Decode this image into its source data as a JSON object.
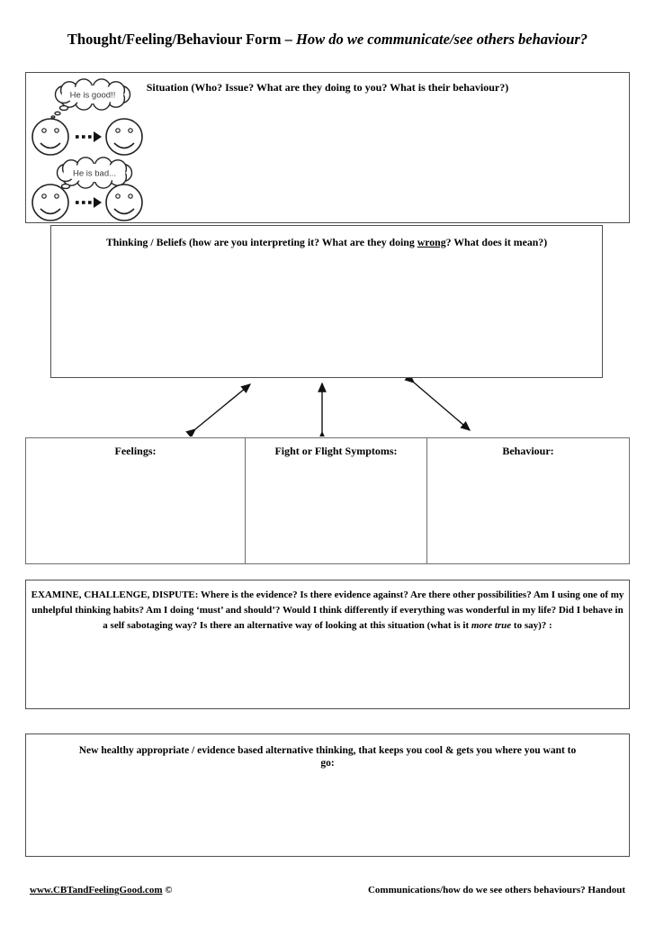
{
  "page": {
    "title_main": "Thought/Feeling/Behaviour Form – ",
    "title_italic": "How do we communicate/see others behaviour?"
  },
  "situation": {
    "label": "Situation (Who? Issue? What are they doing to you? What is their behaviour?)",
    "cartoon": {
      "bubble_good": "He is good!!",
      "bubble_bad": "He is bad..."
    }
  },
  "thinking": {
    "label_before": "Thinking / Beliefs (how are you interpreting it? What are they doing ",
    "label_underlined": "wrong",
    "label_after": "? What does it mean?)"
  },
  "response_boxes": [
    {
      "label": "Feelings:"
    },
    {
      "label": "Fight or Flight Symptoms:"
    },
    {
      "label": "Behaviour:"
    }
  ],
  "examine": {
    "text_before": "EXAMINE, CHALLENGE, DISPUTE: Where is the evidence? Is there evidence against? Are there other possibilities? Am I using one of my unhelpful thinking habits? Am I doing ‘must’ and should’? Would I think differently if everything was wonderful in my life? Did I behave in a self sabotaging way? Is there an alternative way of looking at this situation (what is it ",
    "text_italic": "more true",
    "text_after": " to say)? :"
  },
  "alternative": {
    "label": "New healthy appropriate / evidence based alternative thinking, that keeps you cool & gets you where you want to go:"
  },
  "footer": {
    "link": "www.CBTandFeelingGood.com",
    "copyright": "©",
    "right_text": "Communications/how do we see others behaviours? Handout"
  }
}
